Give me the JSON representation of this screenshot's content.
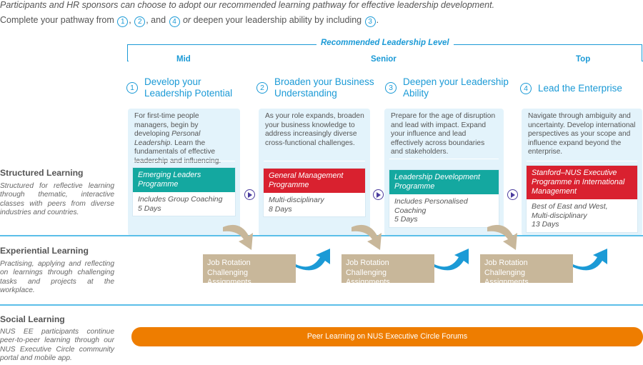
{
  "intro": {
    "line1": "Participants and HR sponsors can choose to adopt our recommended learning pathway for effective leadership development.",
    "line2_prefix": "Complete your pathway from ",
    "n1": "1",
    "sep1": ", ",
    "n2": "2",
    "sep2": ", and ",
    "n4": "4",
    "or_text": " or",
    "line2_mid": " deepen your leadership ability by including ",
    "n3": "3",
    "line2_suffix": "."
  },
  "levels": {
    "title": "Recommended Leadership Level",
    "mid": "Mid",
    "senior": "Senior",
    "top": "Top"
  },
  "stages": [
    {
      "number": "1",
      "title_line1": "Develop your",
      "title_line2": "Leadership Potential",
      "desc_a": "For first-time people managers, begin by developing ",
      "desc_italic": "Personal Leadership",
      "desc_b": ". Learn the fundamentals of effective leadership and influencing.",
      "programme": "Emerging Leaders Programme",
      "programme_color": "#14a8a0",
      "details": "Includes Group Coaching\n5 Days"
    },
    {
      "number": "2",
      "title_line1": "Broaden your Business",
      "title_line2": "Understanding",
      "desc_a": "As your role expands, broaden your business knowledge to address increasingly diverse cross-functional challenges.",
      "desc_italic": "",
      "desc_b": "",
      "programme": "General Management Programme",
      "programme_color": "#d9212f",
      "details": "Multi-disciplinary\n 8  Days"
    },
    {
      "number": "3",
      "title_line1": "Deepen your Leadership",
      "title_line2": "Ability",
      "desc_a": "Prepare for the age of disruption and lead with impact. Expand your influence and lead effectively across boundaries and stakeholders.",
      "desc_italic": "",
      "desc_b": "",
      "programme": "Leadership Development Programme",
      "programme_color": "#14a8a0",
      "details": "Includes Personalised Coaching\n5 Days"
    },
    {
      "number": "4",
      "title_line1": "Lead the Enterprise",
      "title_line2": "",
      "desc_a": "Navigate through ambiguity and uncertainty. Develop international perspectives as your scope and influence expand beyond the enterprise.",
      "desc_italic": "",
      "desc_b": "",
      "programme": "Stanford–NUS Executive Programme in International Management",
      "programme_color": "#d9212f",
      "details": "Best of East and West,\nMulti-disciplinary\n13 Days"
    }
  ],
  "rows": {
    "structured": {
      "title": "Structured Learning",
      "desc": "Structured for reflective learning through thematic, interactive classes with peers from diverse industries and countries."
    },
    "experiential": {
      "title": "Experiential Learning",
      "desc": "Practising, applying and reflecting on learnings through challenging tasks and projects at the workplace."
    },
    "social": {
      "title": "Social Learning",
      "desc": "NUS EE participants continue peer-to-peer learning through our NUS Executive Circle community portal and mobile app."
    }
  },
  "job_boxes": [
    "Job Rotation\nChallenging Assignments",
    "Job Rotation\nChallenging Assignments",
    "Job Rotation\nChallenging Assignments"
  ],
  "social_bar": "Peer Learning on NUS Executive Circle Forums",
  "colors": {
    "accent_blue": "#1b9ad6",
    "teal": "#14a8a0",
    "red": "#d9212f",
    "orange": "#ee7d00",
    "tan": "#c8b79a",
    "panel_bg": "#e3f3fb"
  }
}
